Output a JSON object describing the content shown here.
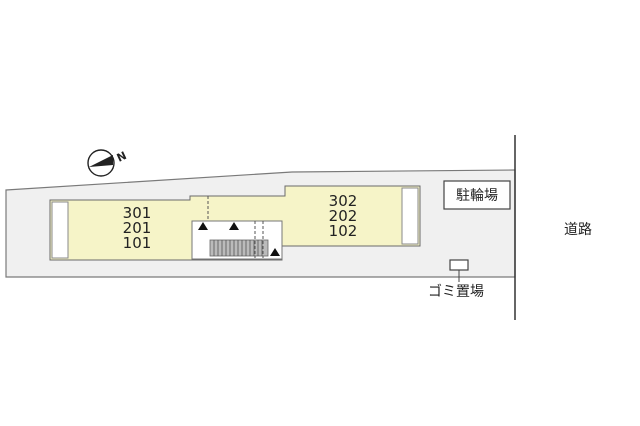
{
  "building": {
    "west_units": [
      "301",
      "201",
      "101"
    ],
    "east_units": [
      "302",
      "202",
      "102"
    ],
    "fill_color": "#f6f4c8"
  },
  "labels": {
    "bicycle_parking": "駐輪場",
    "garbage": "ゴミ置場",
    "road": "道路",
    "compass_letter": "N"
  },
  "icons": {
    "compass": "north-arrow-icon",
    "entrance": "triangle-up-icon"
  }
}
